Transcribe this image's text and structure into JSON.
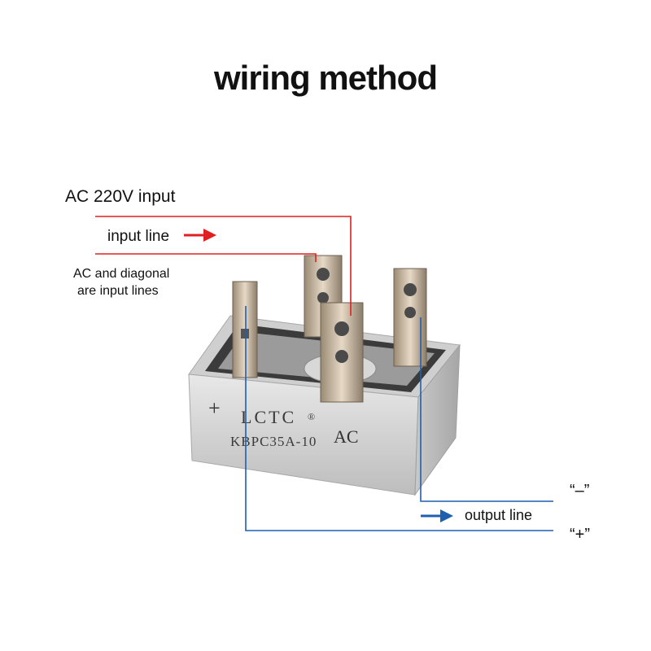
{
  "title": "wiring method",
  "labels": {
    "ac_input": "AC 220V input",
    "input_line": "input line",
    "ac_diagonal_line1": "AC and diagonal",
    "ac_diagonal_line2": "are input lines",
    "output_line": "output line",
    "minus": "“–”",
    "plus": "“+”"
  },
  "component": {
    "brand": "LCTC",
    "registered": "®",
    "model": "KBPC35A-10",
    "plus_mark": "+",
    "ac_mark": "AC"
  },
  "colors": {
    "input": "#e02020",
    "output": "#1f5fb0",
    "case": "#d6d6d6"
  }
}
